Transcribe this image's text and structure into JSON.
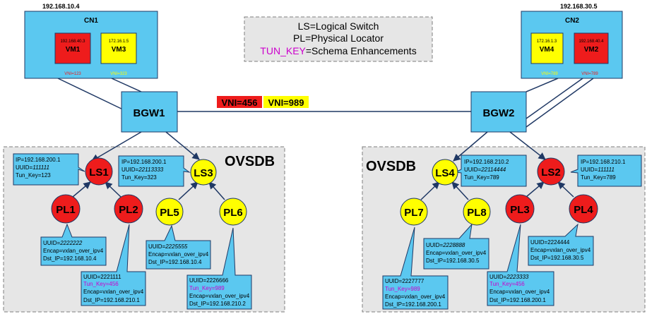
{
  "legend": {
    "lines": [
      "LS=Logical Switch",
      "PL=Physical Locator"
    ],
    "tun_key_term": "TUN_KEY",
    "tun_key_rest": "=Schema Enhancements"
  },
  "cn1": {
    "ip": "192.168.10.4",
    "title": "CN1",
    "vm1": {
      "ip": "192.168.40.3",
      "name": "VM1",
      "vni": "VNI=123"
    },
    "vm3": {
      "ip": "172.16.1.5",
      "name": "VM3",
      "vni": "VNI=323"
    }
  },
  "cn2": {
    "ip": "192.168.30.5",
    "title": "CN2",
    "vm4": {
      "ip": "172.16.1.3",
      "name": "VM4",
      "vni": "VNI=789"
    },
    "vm2": {
      "ip": "192.168.40.4",
      "name": "VM2",
      "vni": "VNI=789"
    }
  },
  "bgw1": "BGW1",
  "bgw2": "BGW2",
  "vni_red": "VNI=456",
  "vni_yellow": "VNI=989",
  "ovsdb_left": "OVSDB",
  "ovsdb_right": "OVSDB",
  "nodes": {
    "ls1": "LS1",
    "ls3": "LS3",
    "pl1": "PL1",
    "pl2": "PL2",
    "pl5": "PL5",
    "pl6": "PL6",
    "ls4": "LS4",
    "ls2": "LS2",
    "pl7": "PL7",
    "pl8": "PL8",
    "pl3": "PL3",
    "pl4": "PL4"
  },
  "callouts": {
    "ls1": {
      "l1": "IP=192.168.200.1",
      "l2a": "UUID=",
      "l2b": "111111",
      "l3": "Tun_Key=123"
    },
    "ls3": {
      "l1": "IP=192.168.200.1",
      "l2a": "UUID=",
      "l2b": "22113333",
      "l3": "Tun_Key=323"
    },
    "pl1": {
      "l1a": "UUID=",
      "l1b": "2222222",
      "l2": "Encap=vxlan_over_ipv4",
      "l3": "Dst_IP=192.168.10.4"
    },
    "pl2": {
      "l1": "UUID=2221111",
      "l2": "Tun_Key=456",
      "l3": "Encap=vxlan_over_ipv4",
      "l4": "Dst_IP=192.168.210.1"
    },
    "pl5": {
      "l1a": "UUID=",
      "l1b": "2225555",
      "l2": "Encap=vxlan_over_ipv4",
      "l3": "Dst_IP=192.168.10.4"
    },
    "pl6": {
      "l1": "UUID=2226666",
      "l2": "Tun_Key=989",
      "l3": "Encap=vxlan_over_ipv4",
      "l4": "Dst_IP=192.168.210.2"
    },
    "ls4": {
      "l1": "IP=192.168.210.2",
      "l2a": "UUID=",
      "l2b": "22114444",
      "l3": "Tun_Key=789"
    },
    "ls2": {
      "l1": "IP=192.168.210.1",
      "l2a": "UUID=",
      "l2b": "111111",
      "l3": "Tun_Key=789"
    },
    "pl7": {
      "l1": "UUID=2227777",
      "l2": "Tun_Key=989",
      "l3": "Encap=vxlan_over_ipv4",
      "l4": "Dst_IP=192.168.200.1"
    },
    "pl8": {
      "l1a": "UUID=",
      "l1b": "2228888",
      "l2": "Encap=vxlan_over_ipv4",
      "l3": "Dst_IP=192.168.30.5"
    },
    "pl3": {
      "l1a": "UUID=",
      "l1b": "2223333",
      "l2": "Tun_Key=456",
      "l3": "Encap=vxlan_over_ipv4",
      "l4": "Dst_IP=192.168.200.1"
    },
    "pl4": {
      "l1": "UUID=2224444",
      "l2": "Encap=vxlan_over_ipv4",
      "l3": "Dst_IP=192.168.30.5"
    }
  },
  "colors": {
    "box_blue": "#5bc8f0",
    "red": "#ee1c1c",
    "yellow": "#ffff00",
    "magenta": "#cc00cc",
    "line": "#1f3864",
    "gray": "#e6e6e6"
  }
}
